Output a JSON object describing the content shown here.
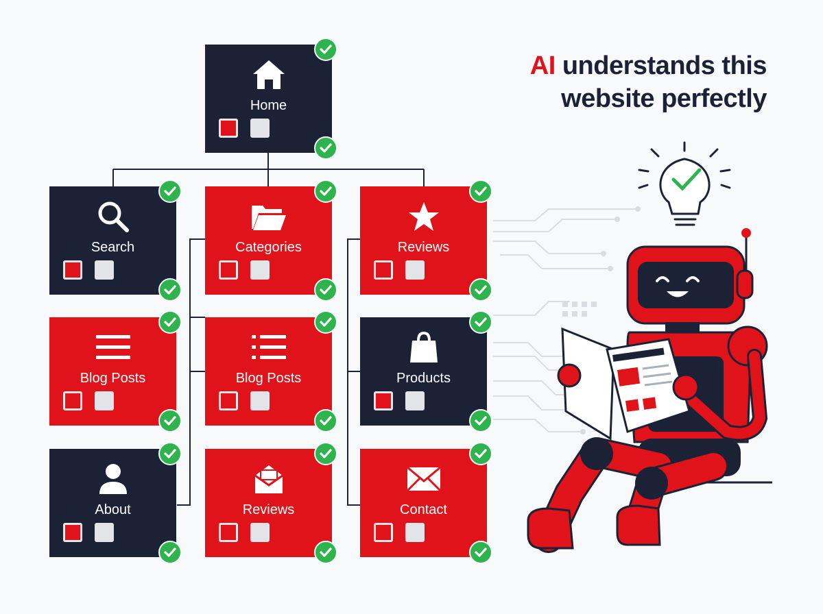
{
  "headline": {
    "accent": "AI",
    "line1_rest": " understands this",
    "line2": "website perfectly"
  },
  "colors": {
    "dark_card": "#1b2235",
    "red_card": "#e0131b",
    "check": "#2fb34e",
    "background": "#f8f9fa"
  },
  "root": {
    "label": "Home",
    "icon": "home-icon",
    "theme": "dark"
  },
  "columns": [
    {
      "cards": [
        {
          "label": "Search",
          "icon": "search-icon",
          "theme": "dark"
        },
        {
          "label": "Blog Posts",
          "icon": "lines-icon",
          "theme": "red"
        },
        {
          "label": "About",
          "icon": "user-icon",
          "theme": "dark"
        }
      ]
    },
    {
      "cards": [
        {
          "label": "Categories",
          "icon": "folder-icon",
          "theme": "red"
        },
        {
          "label": "Blog Posts",
          "icon": "list-icon",
          "theme": "red"
        },
        {
          "label": "Reviews",
          "icon": "open-envelope-icon",
          "theme": "red"
        }
      ]
    },
    {
      "cards": [
        {
          "label": "Reviews",
          "icon": "star-icon",
          "theme": "red"
        },
        {
          "label": "Products",
          "icon": "shopping-bag-icon",
          "theme": "dark"
        },
        {
          "label": "Contact",
          "icon": "envelope-icon",
          "theme": "red"
        }
      ]
    }
  ]
}
